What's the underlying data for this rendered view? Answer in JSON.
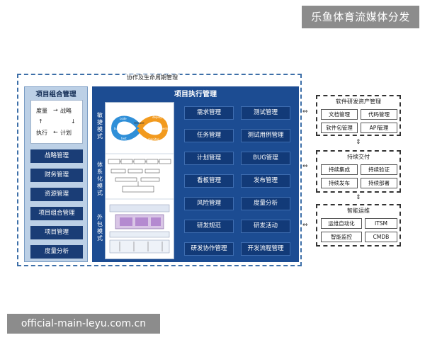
{
  "watermark_top": "乐鱼体育流媒体分发",
  "watermark_bottom": "official-main-leyu.com.cn",
  "outer_title": "协作及生命周期管理",
  "portfolio": {
    "title": "项目组合管理",
    "cycle": [
      "度量",
      "战略",
      "执行",
      "计划"
    ],
    "items": [
      "战略管理",
      "财务管理",
      "资源管理",
      "项目组合管理",
      "项目管理",
      "度量分析"
    ]
  },
  "execution": {
    "title": "项目执行管理",
    "modes": [
      "敏捷模式",
      "体系化模式",
      "外包模式"
    ],
    "agile_labels": [
      "code",
      "build",
      "test",
      "release",
      "deploy",
      "operate",
      "monitor"
    ],
    "items": [
      [
        "需求管理",
        "测试管理"
      ],
      [
        "任务管理",
        "测试用例管理"
      ],
      [
        "计划管理",
        "BUG管理"
      ],
      [
        "看板管理",
        "发布管理"
      ],
      [
        "风险管理",
        "度量分析"
      ],
      [
        "研发规范",
        "研发活动"
      ],
      [
        "研发协作管理",
        "开发流程管理"
      ]
    ]
  },
  "assets": {
    "title": "软件研发资产管理",
    "items": [
      "文档管理",
      "代码管理",
      "软件包管理",
      "API管理"
    ]
  },
  "delivery": {
    "title": "持续交付",
    "items": [
      "持续集成",
      "持续验证",
      "持续发布",
      "持续部署"
    ]
  },
  "ops": {
    "title": "智能运维",
    "items": [
      "运维自动化",
      "ITSM",
      "智能监控",
      "CMDB"
    ]
  }
}
